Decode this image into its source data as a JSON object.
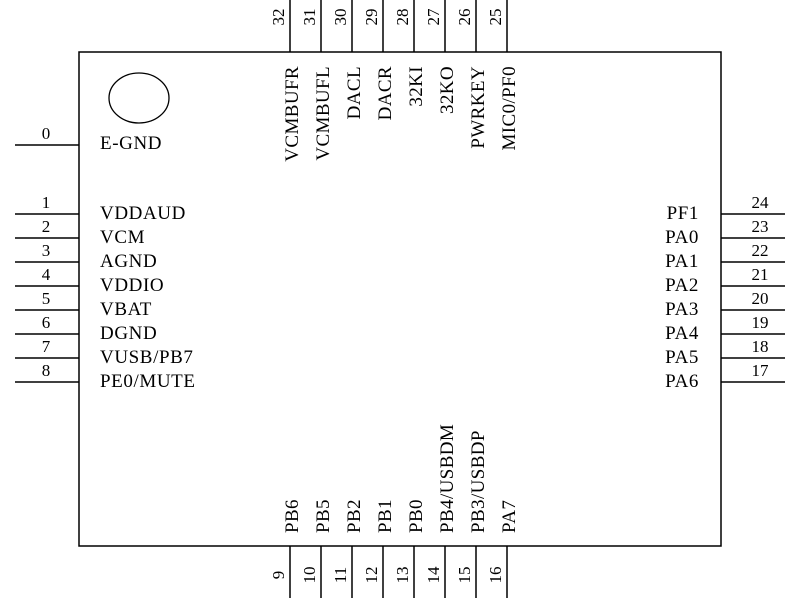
{
  "chip": {
    "egnd_pin": {
      "num": "0",
      "name": "E-GND"
    },
    "left_pins": [
      {
        "num": "1",
        "name": "VDDAUD"
      },
      {
        "num": "2",
        "name": "VCM"
      },
      {
        "num": "3",
        "name": "AGND"
      },
      {
        "num": "4",
        "name": "VDDIO"
      },
      {
        "num": "5",
        "name": "VBAT"
      },
      {
        "num": "6",
        "name": "DGND"
      },
      {
        "num": "7",
        "name": "VUSB/PB7"
      },
      {
        "num": "8",
        "name": "PE0/MUTE"
      }
    ],
    "right_pins": [
      {
        "num": "24",
        "name": "PF1"
      },
      {
        "num": "23",
        "name": "PA0"
      },
      {
        "num": "22",
        "name": "PA1"
      },
      {
        "num": "21",
        "name": "PA2"
      },
      {
        "num": "20",
        "name": "PA3"
      },
      {
        "num": "19",
        "name": "PA4"
      },
      {
        "num": "18",
        "name": "PA5"
      },
      {
        "num": "17",
        "name": "PA6"
      }
    ],
    "top_pins": [
      {
        "num": "32",
        "name": "VCMBUFR"
      },
      {
        "num": "31",
        "name": "VCMBUFL"
      },
      {
        "num": "30",
        "name": "DACL"
      },
      {
        "num": "29",
        "name": "DACR"
      },
      {
        "num": "28",
        "name": "32KI"
      },
      {
        "num": "27",
        "name": "32KO"
      },
      {
        "num": "26",
        "name": "PWRKEY"
      },
      {
        "num": "25",
        "name": "MIC0/PF0"
      }
    ],
    "bottom_pins": [
      {
        "num": "9",
        "name": "PB6"
      },
      {
        "num": "10",
        "name": "PB5"
      },
      {
        "num": "11",
        "name": "PB2"
      },
      {
        "num": "12",
        "name": "PB1"
      },
      {
        "num": "13",
        "name": "PB0"
      },
      {
        "num": "14",
        "name": "PB4/USBDM"
      },
      {
        "num": "15",
        "name": "PB3/USBDP"
      },
      {
        "num": "16",
        "name": "PA7"
      }
    ]
  }
}
